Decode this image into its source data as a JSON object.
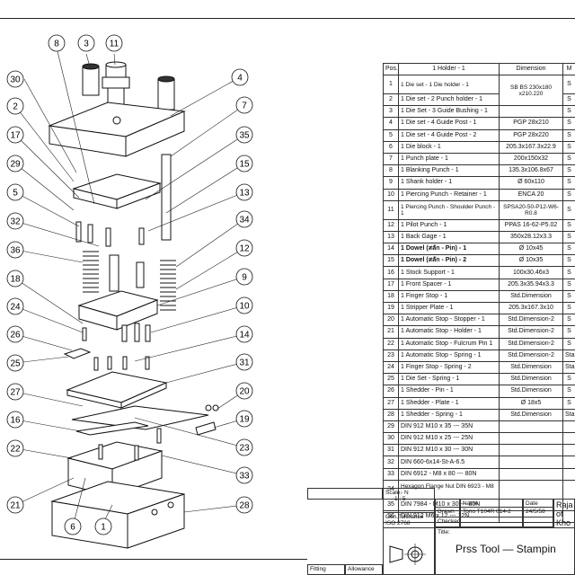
{
  "callouts": [
    "8",
    "3",
    "11",
    "30",
    "4",
    "2",
    "7",
    "17",
    "35",
    "29",
    "15",
    "5",
    "13",
    "32",
    "34",
    "36",
    "12",
    "18",
    "9",
    "24",
    "10",
    "26",
    "14",
    "25",
    "31",
    "27",
    "20",
    "16",
    "19",
    "22",
    "23",
    "21",
    "33",
    "6",
    "1",
    "28"
  ],
  "bom": {
    "headers": [
      "Pos.",
      "1 Holder - 1",
      "Dimension",
      "M"
    ],
    "rows": [
      {
        "pos": "1",
        "name": "1 Die set - 1 Die holder - 1",
        "dim": "SB BS 230x180 x210.220",
        "mat": "S"
      },
      {
        "pos": "2",
        "name": "1 Die set - 2 Punch holder - 1",
        "dim": "",
        "mat": "S"
      },
      {
        "pos": "3",
        "name": "1 Die Set - 3 Guide Bushing - 1",
        "dim": "",
        "mat": "S"
      },
      {
        "pos": "4",
        "name": "1 Die set - 4 Guide Post - 1",
        "dim": "PGP 28x210",
        "mat": "S"
      },
      {
        "pos": "5",
        "name": "1 Die set - 4 Guide Post - 2",
        "dim": "PGP 28x220",
        "mat": "S"
      },
      {
        "pos": "6",
        "name": "1 Die block - 1",
        "dim": "205.3x167.3x22.9",
        "mat": "S"
      },
      {
        "pos": "7",
        "name": "1 Punch plate - 1",
        "dim": "200x150x32",
        "mat": "S"
      },
      {
        "pos": "8",
        "name": "1 Blanking Punch - 1",
        "dim": "135.3x106.8x67",
        "mat": "S"
      },
      {
        "pos": "9",
        "name": "1 Shank holder - 1",
        "dim": "Ø 60x110",
        "mat": "S"
      },
      {
        "pos": "10",
        "name": "1 Piercing Punch - Retainer - 1",
        "dim": "ENCA 20",
        "mat": "S"
      },
      {
        "pos": "11",
        "name": "1 Piercing Punch - Shoulder Punch - 1",
        "dim": "SPSA20-50-P12-W6-R0.8",
        "mat": "S"
      },
      {
        "pos": "12",
        "name": "1 Pilot Punch - 1",
        "dim": "PPAS 16-62-P5.02",
        "mat": "S"
      },
      {
        "pos": "13",
        "name": "1 Back Gage - 1",
        "dim": "350x28.12x3.3",
        "mat": "S"
      },
      {
        "pos": "14",
        "name": "1 Dowel (สลัก - Pin) - 1",
        "dim": "Ø 10x45",
        "mat": "S"
      },
      {
        "pos": "15",
        "name": "1 Dowel (สลัก - Pin) - 2",
        "dim": "Ø 10x35",
        "mat": "S"
      },
      {
        "pos": "16",
        "name": "1 Stock Support - 1",
        "dim": "100x30.46x3",
        "mat": "S"
      },
      {
        "pos": "17",
        "name": "1 Front Spacer - 1",
        "dim": "205.3x35.94x3.3",
        "mat": "S"
      },
      {
        "pos": "18",
        "name": "1 Finger Stop - 1",
        "dim": "Std.Dimension",
        "mat": "S"
      },
      {
        "pos": "19",
        "name": "1 Stripper Plate - 1",
        "dim": "205.3x167.3x10",
        "mat": "S"
      },
      {
        "pos": "20",
        "name": "1 Automatic Stop - Stopper - 1",
        "dim": "Std.Dimension-2",
        "mat": "S"
      },
      {
        "pos": "21",
        "name": "1 Automatic Stop - Holder - 1",
        "dim": "Std.Dimension-2",
        "mat": "S"
      },
      {
        "pos": "22",
        "name": "1 Automatic Stop - Fulcrum Pin 1",
        "dim": "Std.Dimension-2",
        "mat": "S"
      },
      {
        "pos": "23",
        "name": "1 Automatic Stop - Spring - 1",
        "dim": "Std.Dimension-2",
        "mat": "Sta"
      },
      {
        "pos": "24",
        "name": "1 Finger Stop - Spring - 2",
        "dim": "Std.Dimension",
        "mat": "Sta"
      },
      {
        "pos": "25",
        "name": "1 Die Set - Spring - 1",
        "dim": "Std.Dimension",
        "mat": "S"
      },
      {
        "pos": "26",
        "name": "1 Shedder - Pin - 1",
        "dim": "Std.Dimension",
        "mat": "S"
      },
      {
        "pos": "27",
        "name": "1 Shedder - Plate - 1",
        "dim": "Ø 18x5",
        "mat": "S"
      },
      {
        "pos": "28",
        "name": "1 Shedder - Spring - 1",
        "dim": "Std.Dimension",
        "mat": "Sta"
      },
      {
        "pos": "29",
        "name": "DIN 912 M10 x 35 --- 35N",
        "dim": "",
        "mat": ""
      },
      {
        "pos": "30",
        "name": "DIN 912 M10 x 25 --- 25N",
        "dim": "",
        "mat": ""
      },
      {
        "pos": "31",
        "name": "DIN 912 M10 x 30 --- 30N",
        "dim": "",
        "mat": ""
      },
      {
        "pos": "32",
        "name": "DIN 660-6x14-St-A-6.5",
        "dim": "",
        "mat": ""
      },
      {
        "pos": "33",
        "name": "DIN 6912 - M8 x 80 --- 80N",
        "dim": "",
        "mat": ""
      },
      {
        "pos": "34",
        "name": "Hexagon Flange Nut DIN 6923 - M8 - N",
        "dim": "",
        "mat": ""
      },
      {
        "pos": "35",
        "name": "DIN 7984 - M10 x 30 --- 30N",
        "dim": "",
        "mat": ""
      },
      {
        "pos": "36",
        "name": "DIN 912 M6 x 12 --- 12N",
        "dim": "",
        "mat": ""
      }
    ]
  },
  "title_block": {
    "scale_label": "Scale:",
    "scale_value": "1 : 5",
    "name_header": "Name",
    "date_header": "Date",
    "drawn_label": "Drawn",
    "drawn_name": "Tono T104R 014-2",
    "drawn_date": "24/5/58",
    "checked_label": "Checked",
    "tolerance_label": "Gen.Tolerance",
    "tolerance_value": "ISO 2768",
    "org_line1": "Raja",
    "org_line2": "of",
    "org_line3": "Kho",
    "title_label": "Title:",
    "title_value": "Prss Tool — Stampin",
    "fitting_label": "Fitting",
    "allowance_label": "Allowance"
  }
}
